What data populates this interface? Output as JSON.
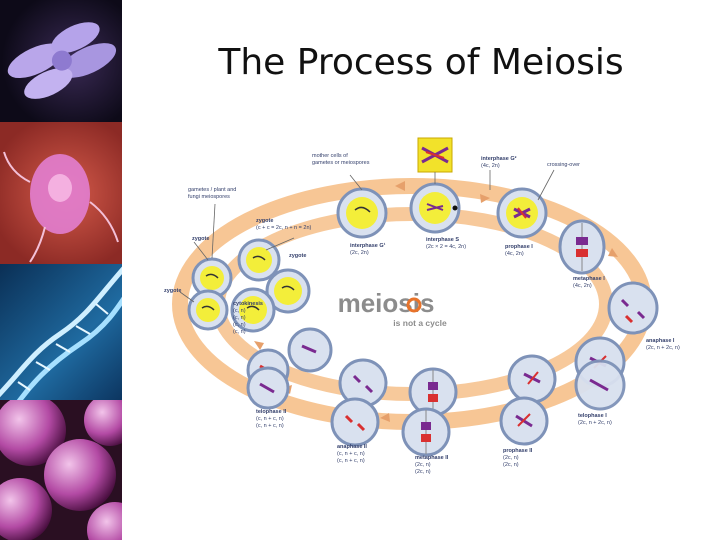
{
  "slide": {
    "title": "The Process of Meiosis"
  },
  "colors": {
    "ring": "#f6c08a",
    "cell_fill": "#d9e1ef",
    "cell_border": "#7e92b8",
    "logo_gray": "#8c8c8c",
    "logo_o": "#e8732a",
    "label_blue": "#333f6b"
  },
  "diagram": {
    "logo_word": "meiosis",
    "logo_subtitle": "is not a cycle",
    "labels": {
      "mother_cells": [
        "mother cells of",
        "gametes or meiospores"
      ],
      "gametes": [
        "gametes / plant and",
        "fungi meiospores"
      ],
      "crossing_over": "crossing-over",
      "zygote_top": "zygote",
      "zygote_formula": "(c + c = 2c, n + n = 2n)",
      "zygote_left1": "zygote",
      "zygote_left2": "zygote",
      "zygote_mid": "zygote",
      "interphase_g1": "interphase G¹",
      "interphase_g1_formula": "(2c, 2n)",
      "interphase_s": "interphase S",
      "interphase_s_formula": "(2c × 2 = 4c, 2n)",
      "interphase_g2": "interphase G²",
      "interphase_g2_formula": "(4c, 2n)",
      "prophase_1": "prophase I",
      "prophase_1_formula": "(4c, 2n)",
      "metaphase_1": "metaphase I",
      "metaphase_1_formula": "(4c, 2n)",
      "anaphase_1": "anaphase I",
      "anaphase_1_formula": "(2c, n + 2c, n)",
      "telophase_1": "telophase I",
      "telophase_1_formula": "(2c, n + 2c, n)",
      "prophase_2": "prophase II",
      "prophase_2_formula": [
        "(2c, n)",
        "(2c, n)"
      ],
      "metaphase_2": "metaphase II",
      "metaphase_2_formula": [
        "(2c, n)",
        "(2c, n)"
      ],
      "anaphase_2": "anaphase II",
      "anaphase_2_formula": [
        "(c, n + c, n)",
        "(c, n + c, n)"
      ],
      "telophase_2": "telophase II",
      "telophase_2_formula": [
        "(c, n + c, n)",
        "(c, n + c, n)"
      ],
      "cytokinesis": "cytokinesis",
      "cytokinesis_formula": [
        "(c, n)",
        "(c, n)",
        "(c, n)",
        "(c, n)"
      ]
    }
  }
}
